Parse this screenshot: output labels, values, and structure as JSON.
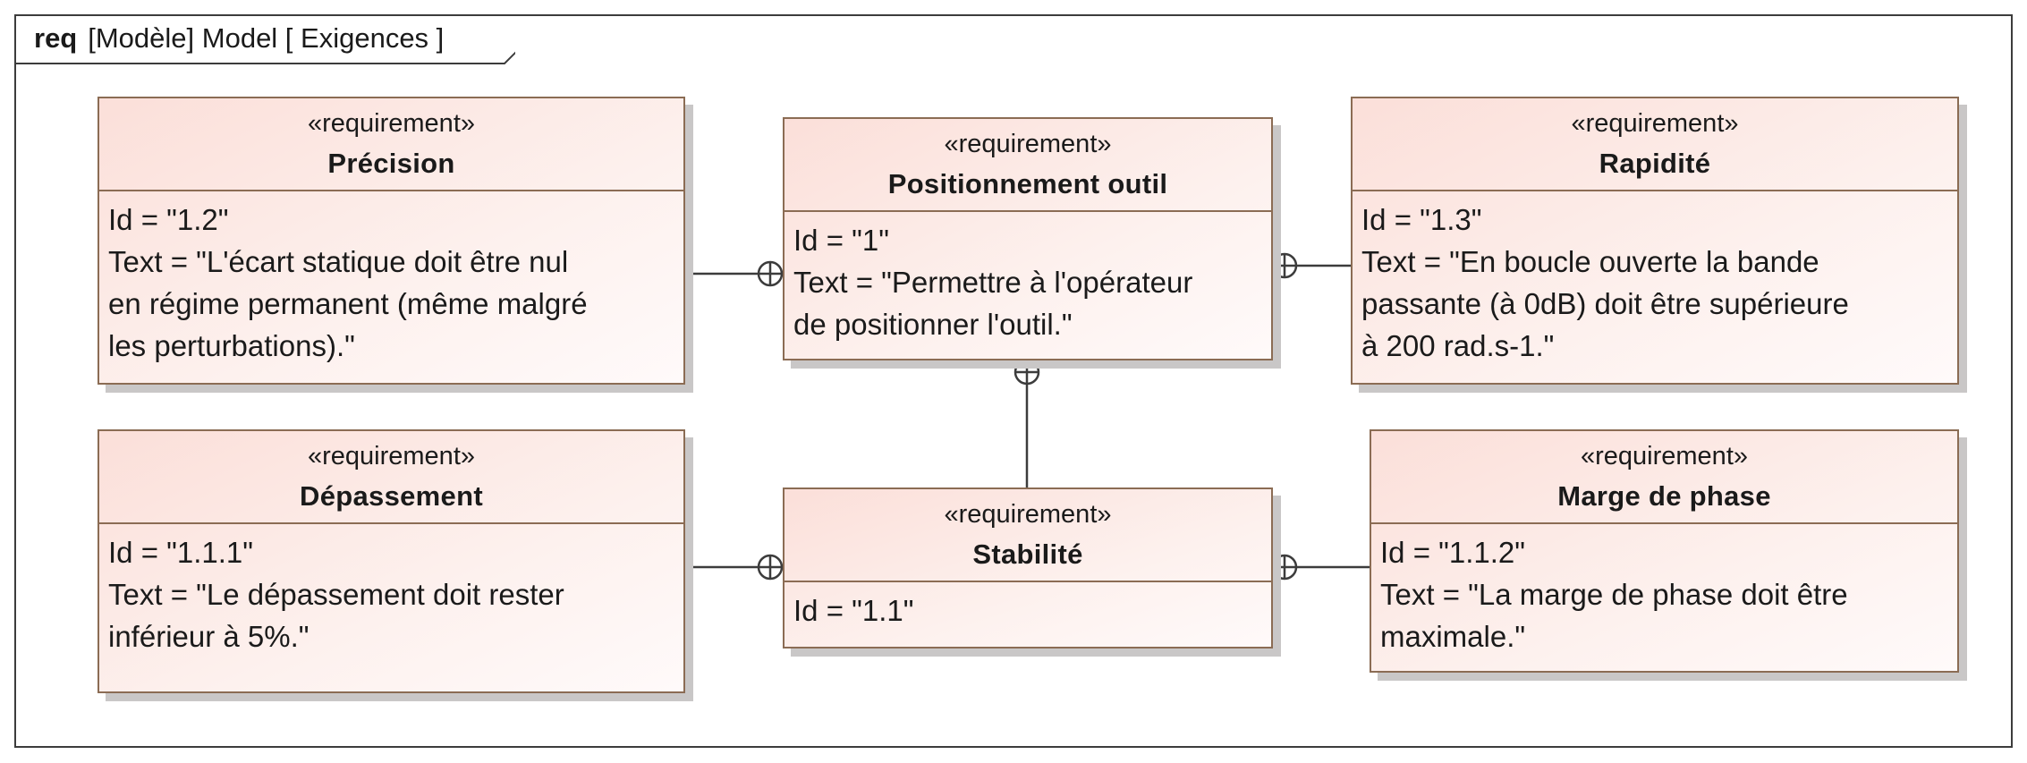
{
  "frame": {
    "keyword": "req",
    "title": "[Modèle] Model [ Exigences ]"
  },
  "requirements": {
    "precision": {
      "stereotype": "«requirement»",
      "name": "Précision",
      "lines": [
        "Id = \"1.2\"",
        "Text = \"L'écart statique doit être nul",
        "en régime permanent (même malgré",
        "les perturbations).\""
      ]
    },
    "positionnement": {
      "stereotype": "«requirement»",
      "name": "Positionnement outil",
      "lines": [
        "Id = \"1\"",
        "Text = \"Permettre à l'opérateur",
        "de positionner l'outil.\""
      ]
    },
    "rapidite": {
      "stereotype": "«requirement»",
      "name": "Rapidité",
      "lines": [
        "Id = \"1.3\"",
        "Text = \"En boucle ouverte la bande",
        "passante (à 0dB) doit être supérieure",
        "à 200 rad.s-1.\""
      ]
    },
    "depassement": {
      "stereotype": "«requirement»",
      "name": "Dépassement",
      "lines": [
        "Id = \"1.1.1\"",
        "Text = \"Le dépassement doit rester",
        "inférieur à 5%.\""
      ]
    },
    "stabilite": {
      "stereotype": "«requirement»",
      "name": "Stabilité",
      "lines": [
        "Id = \"1.1\""
      ]
    },
    "marge": {
      "stereotype": "«requirement»",
      "name": "Marge de phase",
      "lines": [
        "Id = \"1.1.2\"",
        "Text = \"La marge de phase doit être",
        "maximale.\""
      ]
    }
  }
}
